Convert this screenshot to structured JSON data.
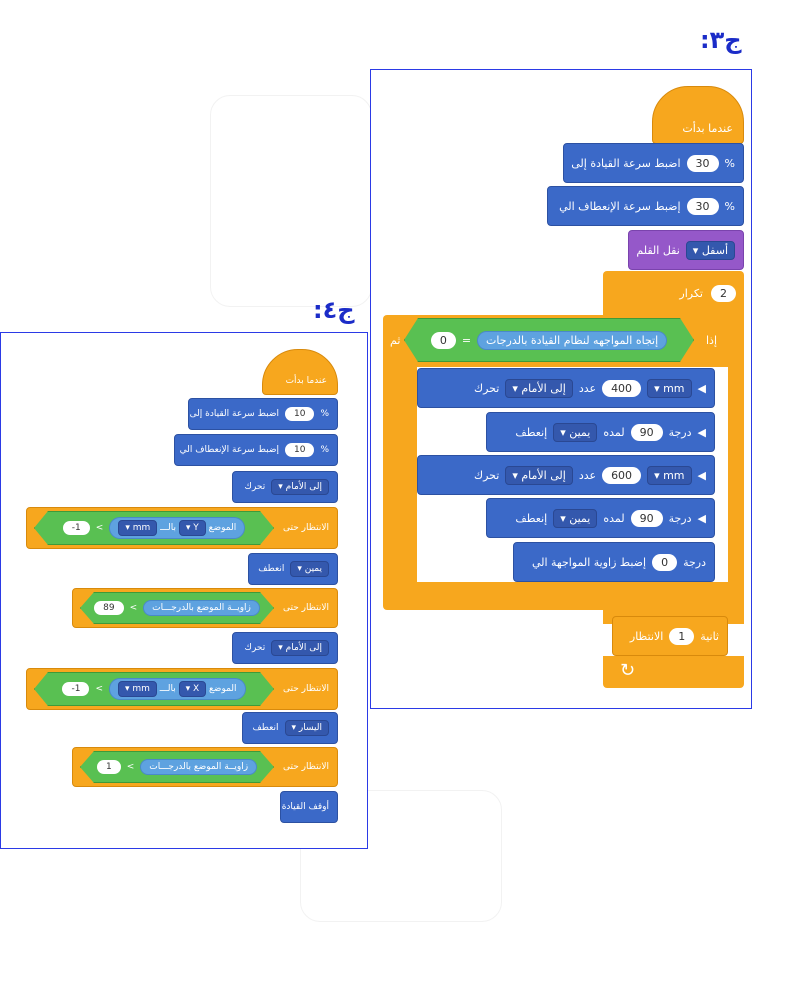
{
  "headings": {
    "q3": "ج٣:",
    "q4": "ج٤:"
  },
  "q3": {
    "start": "عندما بدأت",
    "drive_speed": {
      "label": "اضبط سرعة القيادة إلى",
      "value": "30",
      "unit": "%"
    },
    "turn_speed": {
      "label": "إضبط سرعة الإنعطاف الي",
      "value": "30",
      "unit": "%"
    },
    "pen": {
      "label": "نقل القلم",
      "option": "أسفل"
    },
    "repeat": {
      "label": "تكرار",
      "value": "2"
    },
    "if_block": {
      "label": "إذا",
      "then": "ثم",
      "reporter": "إتجاه المواجهه لنظام القيادة بالدرجات",
      "op": "=",
      "value": "0"
    },
    "move1": {
      "label": "تحرك",
      "dir": "إلى الأمام",
      "count_label": "عدد",
      "value": "400",
      "unit": "mm"
    },
    "turn1": {
      "label": "إنعطف",
      "dir": "يمين",
      "for_label": "لمده",
      "value": "90",
      "unit": "درجة"
    },
    "move2": {
      "label": "تحرك",
      "dir": "إلى الأمام",
      "count_label": "عدد",
      "value": "600",
      "unit": "mm"
    },
    "turn2": {
      "label": "إنعطف",
      "dir": "يمين",
      "for_label": "لمده",
      "value": "90",
      "unit": "درجة"
    },
    "set_heading": {
      "label": "إضبط زاوية المواجهة الي",
      "value": "0",
      "unit": "درجة"
    },
    "wait": {
      "label": "الانتظار",
      "value": "1",
      "unit": "ثانية"
    },
    "loop_arrow": "↻"
  },
  "q4": {
    "start": "عندما بدأت",
    "drive_speed": {
      "label": "اضبط سرعة القيادة إلى",
      "value": "10",
      "unit": "%"
    },
    "turn_speed": {
      "label": "إضبط سرعة الإنعطاف الي",
      "value": "10",
      "unit": "%"
    },
    "move1": {
      "label": "تحرك",
      "dir": "إلى الأمام"
    },
    "wait1": {
      "label": "الانتظار حتى",
      "reporter": "الموضع",
      "axis": "Y",
      "in_label": "بالـــ",
      "unit": "mm",
      "op": "<",
      "value": "-1"
    },
    "turn1": {
      "label": "انعطف",
      "dir": "يمين"
    },
    "wait2": {
      "label": "الانتظار حتى",
      "reporter": "زاويــة الموضع بالدرجـــات",
      "op": "<",
      "value": "89"
    },
    "move2": {
      "label": "تحرك",
      "dir": "إلى الأمام"
    },
    "wait3": {
      "label": "الانتظار حتى",
      "reporter": "الموضع",
      "axis": "X",
      "in_label": "بالـــ",
      "unit": "mm",
      "op": "<",
      "value": "-1"
    },
    "turn2": {
      "label": "انعطف",
      "dir": "اليسار"
    },
    "wait4": {
      "label": "الانتظار حتى",
      "reporter": "زاويــة الموضع بالدرجـــات",
      "op": "<",
      "value": "1"
    },
    "stop": "أوقف القيادة"
  },
  "colors": {
    "motion": "#3b69c8",
    "control": "#f7a71e",
    "pen": "#9558c9",
    "operator": "#59c052",
    "sensing": "#5ea2e0",
    "heading": "#1b2cc8"
  }
}
